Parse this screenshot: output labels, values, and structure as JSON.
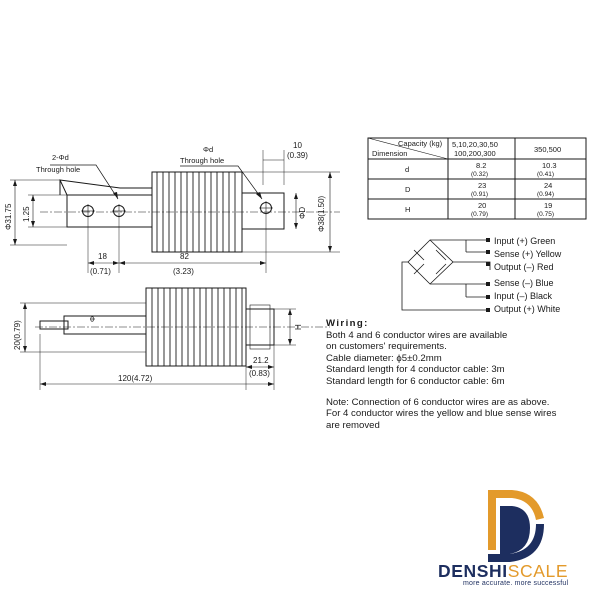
{
  "top_view": {
    "label_2phid": "2-Φd",
    "label_through_hole_left": "Through hole",
    "label_phid": "Φd",
    "label_through_hole_right": "Through hole",
    "dim_10": "10",
    "dim_10_in": "(0.39)",
    "dim_31_75": "Φ31.75",
    "dim_1_25": "1.25",
    "dim_phiD": "ΦD",
    "dim_38": "Φ38(1.50)",
    "dim_18": "18",
    "dim_18_in": "(0.71)",
    "dim_82": "82",
    "dim_82_in": "(3.23)"
  },
  "side_view": {
    "dim_20": "20(0.79)",
    "label_phi": "Φ",
    "dim_H": "H",
    "dim_21_2": "21.2",
    "dim_21_2_in": "(0.83)",
    "dim_120": "120(4.72)"
  },
  "table": {
    "header_capacity": "Capacity (kg)",
    "header_dimension": "Dimension",
    "col1_line1": "5,10,20,30,50",
    "col1_line2": "100,200,300",
    "col2": "350,500",
    "rows": [
      {
        "name": "d",
        "v1": "8.2",
        "v1_in": "(0.32)",
        "v2": "10.3",
        "v2_in": "(0.41)"
      },
      {
        "name": "D",
        "v1": "23",
        "v1_in": "(0.91)",
        "v2": "24",
        "v2_in": "(0.94)"
      },
      {
        "name": "H",
        "v1": "20",
        "v1_in": "(0.79)",
        "v2": "19",
        "v2_in": "(0.75)"
      }
    ]
  },
  "wiring_labels": [
    "Input (+) Green",
    "Sense (+) Yellow",
    "Output (–) Red",
    "Sense (–) Blue",
    "Input (–) Black",
    "Output (+) White"
  ],
  "wiring_text": {
    "title": "Wiring:",
    "line1": "Both 4 and 6 conductor wires are available",
    "line2": "on customers' requirements.",
    "line3": "Cable diameter: ϕ5±0.2mm",
    "line4": "Standard length for 4 conductor cable: 3m",
    "line5": "Standard length for 6 conductor cable: 6m",
    "note1": "Note: Connection of 6 conductor wires are as above.",
    "note2": "For 4 conductor wires the yellow and blue sense wires",
    "note3": "are removed"
  },
  "brand": {
    "name_part1": "DENSHI",
    "name_part2": "SCALE",
    "tagline": "more accurate. more successful",
    "color_navy": "#1d2e5f",
    "color_orange": "#e39a2b"
  }
}
